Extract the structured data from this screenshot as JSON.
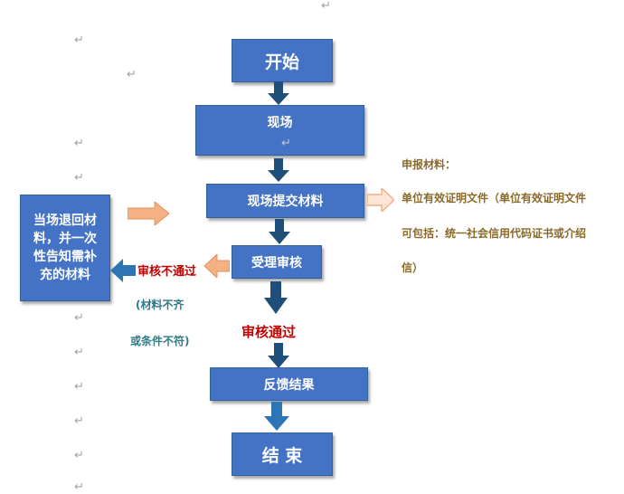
{
  "flow": {
    "start": "开始",
    "onsite": "现场",
    "submit": "现场提交材料",
    "review": "受理审核",
    "feedback": "反馈结果",
    "end": "结 束"
  },
  "left_box": {
    "text": "当场退回材料，并一次性告知需补充的材料"
  },
  "labels": {
    "not_pass": "审核不通过",
    "pass": "审核通过",
    "reason_line1": "(材料不齐",
    "reason_line2": "或条件不符)"
  },
  "materials": {
    "line1": "申报材料：",
    "line2": "单位有效证明文件（单位有效证明文件",
    "line3": "可包括：统一社会信用代码证书或介绍",
    "line4": "信）"
  },
  "marks": {
    "return_glyph": "↵"
  },
  "colors": {
    "box_fill": "#4472c4",
    "arrow_dark": "#1f4e79",
    "arrow_light": "#2e75b6",
    "arrow_peach": "#f4b183",
    "red_text": "#c00000"
  }
}
